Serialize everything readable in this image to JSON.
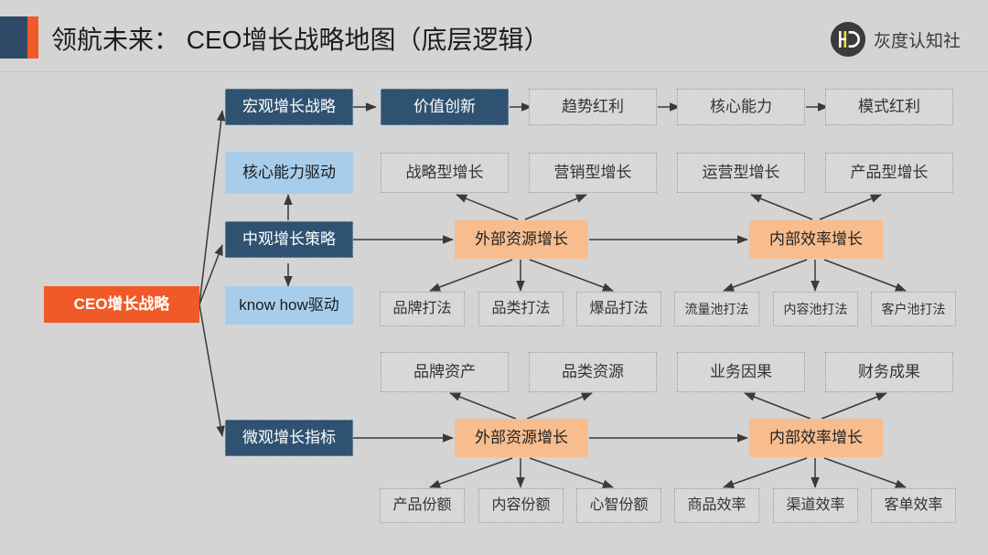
{
  "header": {
    "title": "领航未来： CEO增长战略地图（底层逻辑）",
    "brand_text": "灰度认知社",
    "logo_monogram": "HD",
    "accent_navy": "#2e4a66",
    "accent_orange": "#f05a28"
  },
  "diagram": {
    "type": "strategy-map",
    "root": {
      "label": "CEO增长战略",
      "style": "orange-solid"
    },
    "tiers": [
      {
        "label": "宏观增长战略",
        "style": "navy"
      },
      {
        "label": "核心能力驱动",
        "style": "blue"
      },
      {
        "label": "中观增长策略",
        "style": "navy"
      },
      {
        "label": "know how驱动",
        "style": "blue"
      },
      {
        "label": "微观增长指标",
        "style": "navy"
      }
    ],
    "macro_chain": [
      {
        "label": "价值创新",
        "style": "navy"
      },
      {
        "label": "趋势红利",
        "style": "ghost"
      },
      {
        "label": "核心能力",
        "style": "ghost"
      },
      {
        "label": "模式红利",
        "style": "ghost"
      }
    ],
    "growth_types": [
      {
        "label": "战略型增长"
      },
      {
        "label": "营销型增长"
      },
      {
        "label": "运营型增长"
      },
      {
        "label": "产品型增长"
      }
    ],
    "meso": {
      "external": {
        "label": "外部资源增长",
        "style": "orange"
      },
      "internal": {
        "label": "内部效率增长",
        "style": "orange"
      },
      "external_children": [
        "品牌打法",
        "品类打法",
        "爆品打法"
      ],
      "internal_children": [
        "流量池打法",
        "内容池打法",
        "客户池打法"
      ]
    },
    "micro": {
      "external": {
        "label": "外部资源增长",
        "style": "orange"
      },
      "internal": {
        "label": "内部效率增长",
        "style": "orange"
      },
      "external_parents": [
        "品牌资产",
        "品类资源"
      ],
      "internal_parents": [
        "业务因果",
        "财务成果"
      ],
      "external_children": [
        "产品份额",
        "内容份额",
        "心智份额"
      ],
      "internal_children": [
        "商品效率",
        "渠道效率",
        "客单效率"
      ]
    }
  }
}
